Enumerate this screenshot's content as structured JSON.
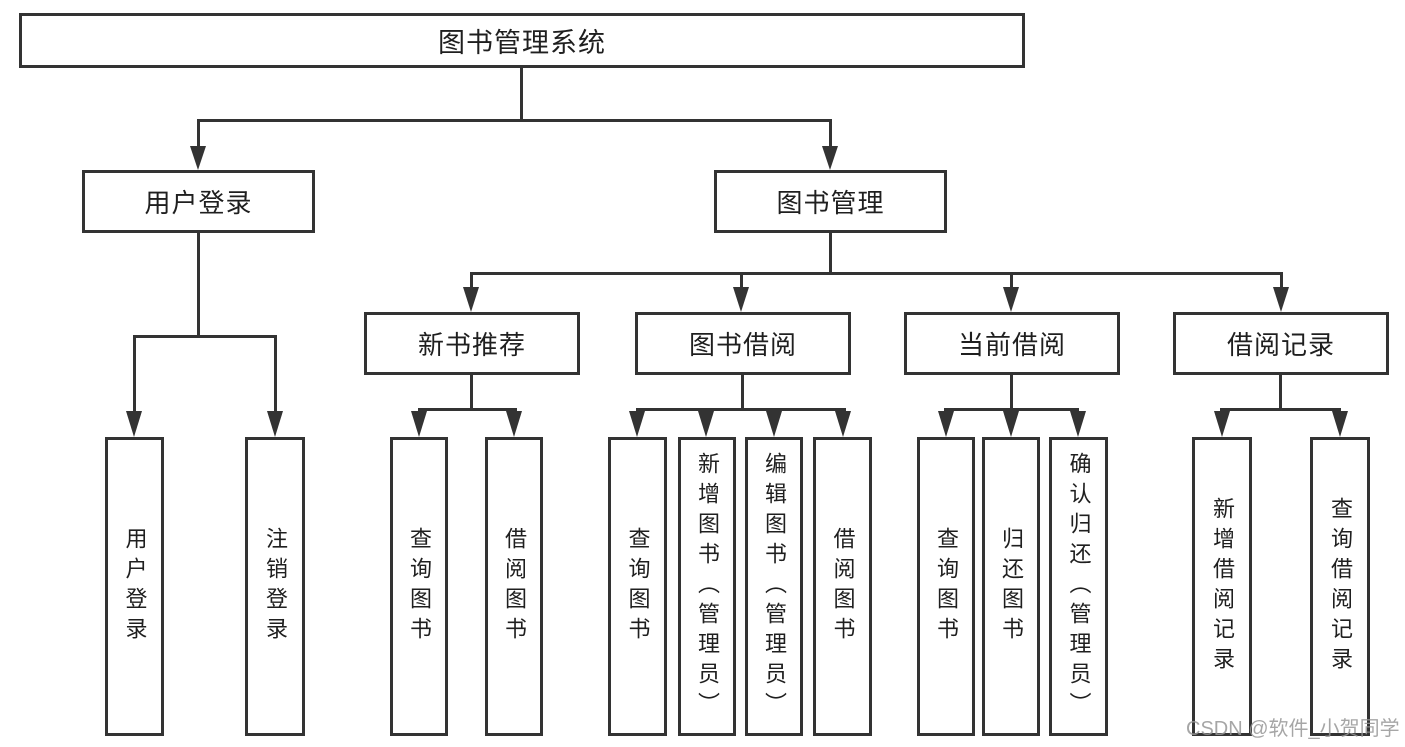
{
  "title": "图书管理系统",
  "branches": {
    "user_login": {
      "label": "用户登录",
      "children": [
        {
          "label": "用户登录"
        },
        {
          "label": "注销登录"
        }
      ]
    },
    "book_management": {
      "label": "图书管理",
      "sections": [
        {
          "label": "新书推荐",
          "children": [
            {
              "label": "查询图书"
            },
            {
              "label": "借阅图书"
            }
          ]
        },
        {
          "label": "图书借阅",
          "children": [
            {
              "label": "查询图书"
            },
            {
              "label": "新增图书（管理员）"
            },
            {
              "label": "编辑图书（管理员）"
            },
            {
              "label": "借阅图书"
            }
          ]
        },
        {
          "label": "当前借阅",
          "children": [
            {
              "label": "查询图书"
            },
            {
              "label": "归还图书"
            },
            {
              "label": "确认归还（管理员）"
            }
          ]
        },
        {
          "label": "借阅记录",
          "children": [
            {
              "label": "新增借阅记录"
            },
            {
              "label": "查询借阅记录"
            }
          ]
        }
      ]
    }
  },
  "watermark": "CSDN @软件_小贺同学",
  "colors": {
    "line": "#333333",
    "text": "#1f1f1f",
    "watermark": "#969696",
    "background": "#ffffff"
  }
}
